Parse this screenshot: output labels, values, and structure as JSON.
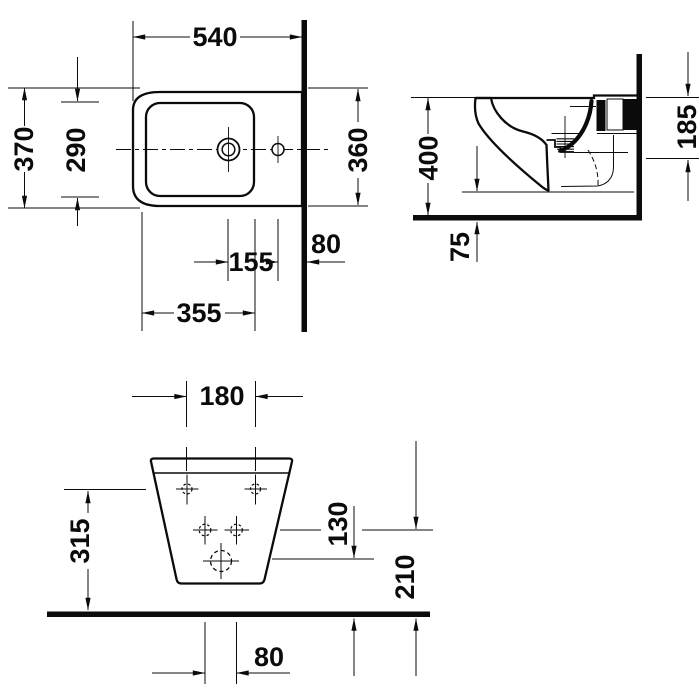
{
  "drawing": {
    "plan": {
      "overall_width": "540",
      "overall_depth": "370",
      "bowl_depth": "290",
      "side_depth": "360",
      "wall_to_inlet": "80",
      "tap_to_inlet": "155",
      "bowl_length": "355"
    },
    "side": {
      "rim_height": "400",
      "rear_height": "185",
      "underside_clearance": "75"
    },
    "front": {
      "tap_hole_spacing": "180",
      "fixing_height": "315",
      "outlet_to_floor": "130",
      "fixing_to_floor": "210",
      "fixing_hole_spacing": "80"
    }
  }
}
